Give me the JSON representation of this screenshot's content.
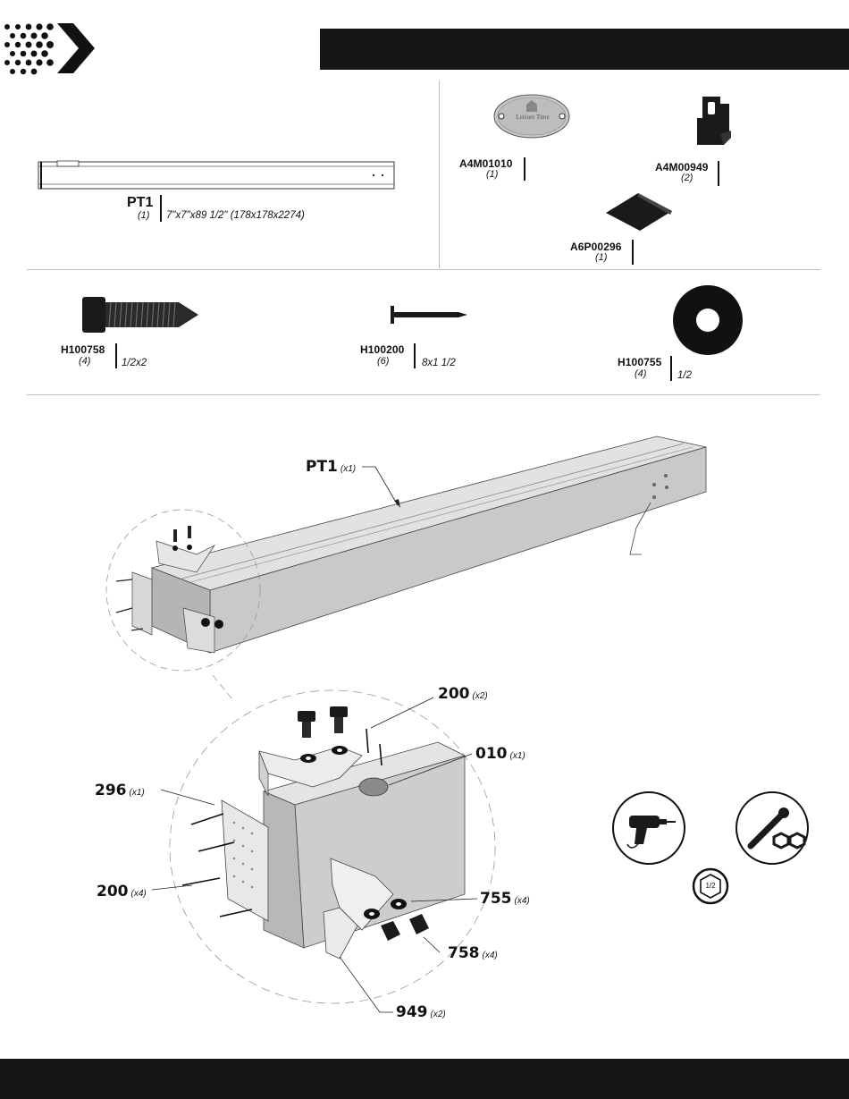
{
  "header": {
    "brand": "logo-chevron"
  },
  "panel_post": {
    "code": "PT1",
    "qty": "(1)",
    "spec": "7\"x7\"x89 1/2\" (178x178x2274)"
  },
  "parts": [
    {
      "code": "A4M01010",
      "qty": "(1)"
    },
    {
      "code": "A4M00949",
      "qty": "(2)"
    },
    {
      "code": "A6P00296",
      "qty": "(1)"
    }
  ],
  "badge": {
    "text": "Leisure Time"
  },
  "hardware": [
    {
      "code": "H100758",
      "qty": "(4)",
      "spec": "1/2x2"
    },
    {
      "code": "H100200",
      "qty": "(6)",
      "spec": "8x1 1/2"
    },
    {
      "code": "H100755",
      "qty": "(4)",
      "spec": "1/2"
    }
  ],
  "callouts": {
    "pt1": {
      "num": "PT1",
      "qty": "(x1)"
    },
    "c200a": {
      "num": "200",
      "qty": "(x2)"
    },
    "c010": {
      "num": "010",
      "qty": "(x1)"
    },
    "c296": {
      "num": "296",
      "qty": "(x1)"
    },
    "c200b": {
      "num": "200",
      "qty": "(x4)"
    },
    "c755": {
      "num": "755",
      "qty": "(x4)"
    },
    "c758": {
      "num": "758",
      "qty": "(x4)"
    },
    "c949": {
      "num": "949",
      "qty": "(x2)"
    }
  },
  "tools": {
    "socket": "1/2"
  },
  "colors": {
    "bar": "#151515",
    "post": "#cfcfcf",
    "divider": "#bdbdbd"
  }
}
